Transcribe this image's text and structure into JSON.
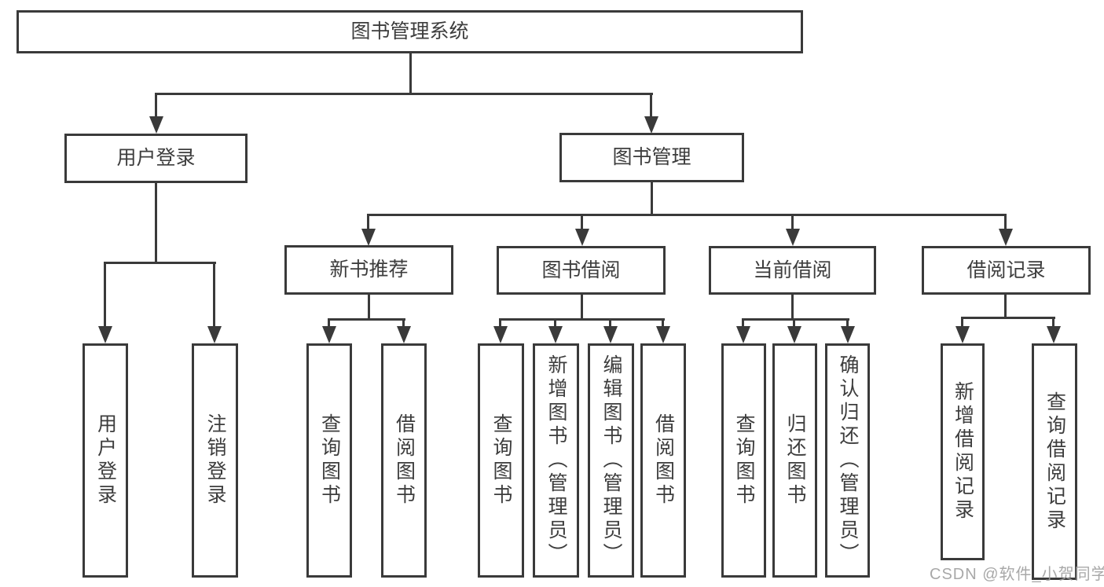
{
  "diagram_title": "图书管理系统",
  "root": {
    "label": "图书管理系统"
  },
  "level2": [
    {
      "label": "用户登录"
    },
    {
      "label": "图书管理"
    }
  ],
  "level3": [
    {
      "label": "新书推荐",
      "parent": "图书管理"
    },
    {
      "label": "图书借阅",
      "parent": "图书管理"
    },
    {
      "label": "当前借阅",
      "parent": "图书管理"
    },
    {
      "label": "借阅记录",
      "parent": "图书管理"
    }
  ],
  "leaves": [
    {
      "label": "用户登录",
      "parent": "用户登录"
    },
    {
      "label": "注销登录",
      "parent": "用户登录"
    },
    {
      "label": "查询图书",
      "parent": "新书推荐"
    },
    {
      "label": "借阅图书",
      "parent": "新书推荐"
    },
    {
      "label": "查询图书",
      "parent": "图书借阅"
    },
    {
      "label": "新增图书（管理员）",
      "parent": "图书借阅"
    },
    {
      "label": "编辑图书（管理员）",
      "parent": "图书借阅"
    },
    {
      "label": "借阅图书",
      "parent": "图书借阅"
    },
    {
      "label": "查询图书",
      "parent": "当前借阅"
    },
    {
      "label": "归还图书",
      "parent": "当前借阅"
    },
    {
      "label": "确认归还（管理员）",
      "parent": "当前借阅"
    },
    {
      "label": "新增借阅记录",
      "parent": "借阅记录"
    },
    {
      "label": "查询借阅记录",
      "parent": "借阅记录"
    }
  ],
  "watermark": "CSDN @软件_小贺同学",
  "colors": {
    "line": "#3a3a3a",
    "text": "#3d3d3d",
    "background": "#ffffff",
    "watermark": "#9e9e9e"
  }
}
